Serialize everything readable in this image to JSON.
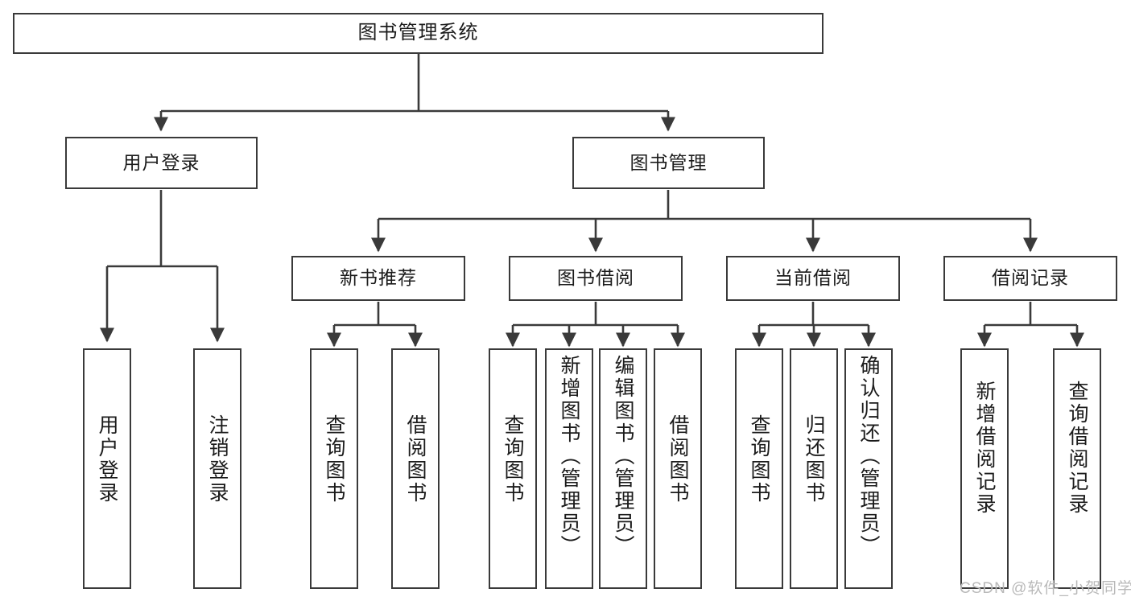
{
  "diagram": {
    "title": "图书管理系统",
    "type": "tree-hierarchy",
    "orientation": "top-down",
    "colors": {
      "box_border": "#3a3a3a",
      "box_fill": "#ffffff",
      "edge": "#3a3a3a",
      "text": "#1b1b1b",
      "watermark": "#b9b9b9",
      "background": "#ffffff"
    },
    "watermark": "CSDN @软件_小贺同学"
  },
  "nodes": {
    "root": {
      "label": "图书管理系统"
    },
    "level2": [
      {
        "id": "user-login",
        "label": "用户登录"
      },
      {
        "id": "book-manage",
        "label": "图书管理"
      }
    ],
    "level3": [
      {
        "id": "new-book-recommend",
        "label": "新书推荐"
      },
      {
        "id": "book-borrow",
        "label": "图书借阅"
      },
      {
        "id": "current-borrow",
        "label": "当前借阅"
      },
      {
        "id": "borrow-record",
        "label": "借阅记录"
      }
    ],
    "leaves": {
      "user_login": [
        {
          "id": "leaf-user-login",
          "label": "用户登录"
        },
        {
          "id": "leaf-logout-login",
          "label": "注销登录"
        }
      ],
      "new_book_recommend": [
        {
          "id": "leaf-query-book-1",
          "label": "查询图书"
        },
        {
          "id": "leaf-borrow-book-1",
          "label": "借阅图书"
        }
      ],
      "book_borrow": [
        {
          "id": "leaf-query-book-2",
          "label": "查询图书"
        },
        {
          "id": "leaf-add-book",
          "label": "新增图书（管理员）"
        },
        {
          "id": "leaf-edit-book",
          "label": "编辑图书（管理员）"
        },
        {
          "id": "leaf-borrow-book-2",
          "label": "借阅图书"
        }
      ],
      "current_borrow": [
        {
          "id": "leaf-query-book-3",
          "label": "查询图书"
        },
        {
          "id": "leaf-return-book",
          "label": "归还图书"
        },
        {
          "id": "leaf-confirm-return",
          "label": "确认归还（管理员）"
        }
      ],
      "borrow_record": [
        {
          "id": "leaf-add-record",
          "label": "新增借阅记录"
        },
        {
          "id": "leaf-query-record",
          "label": "查询借阅记录"
        }
      ]
    }
  }
}
